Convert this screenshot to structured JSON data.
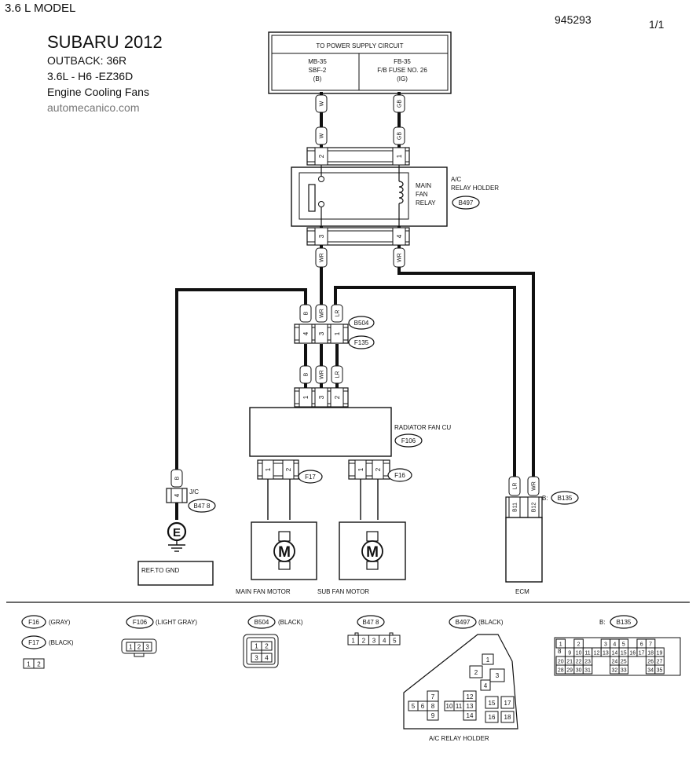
{
  "header": {
    "model_label": "3.6 L MODEL",
    "doc_number": "945293",
    "page": "1/1"
  },
  "title": {
    "make": "SUBARU 2012",
    "model": "OUTBACK: 36R",
    "engine": "3.6L - H6 -EZ36D",
    "system": "Engine Cooling Fans",
    "site": "automecanico.com"
  },
  "power_box": {
    "title": "TO POWER SUPPLY CIRCUIT",
    "left": [
      "MB-35",
      "SBF-2",
      "(B)"
    ],
    "right": [
      "FB-35",
      "F/B FUSE NO. 26",
      "(IG)"
    ]
  },
  "relay": {
    "holder_label": [
      "A/C",
      "RELAY HOLDER"
    ],
    "relay_label": [
      "MAIN",
      "FAN",
      "RELAY"
    ],
    "connector": "B497",
    "pins_top": [
      "2",
      "1"
    ],
    "pins_bottom": [
      "3",
      "4"
    ]
  },
  "wire_labels": {
    "w": "W",
    "gb": "GB",
    "wr": "WR",
    "b": "B",
    "lr": "LR"
  },
  "inline_connector": {
    "names": [
      "B504",
      "F135"
    ],
    "pins": [
      "4",
      "3",
      "1"
    ]
  },
  "fan_cu": {
    "label": "RADIATOR FAN CU",
    "connector": "F106",
    "pins": [
      "1",
      "3",
      "2"
    ]
  },
  "motors": {
    "main_label": "MAIN FAN MOTOR",
    "sub_label": "SUB FAN MOTOR",
    "main_connector": "F17",
    "sub_connector": "F16",
    "pins": [
      "1",
      "2"
    ],
    "symbol": "M"
  },
  "jc": {
    "label": "J/C",
    "connector": "B47 8",
    "pin": "4",
    "ground_symbol": "E",
    "ref_label": "REF.TO GND"
  },
  "ecm": {
    "label": "ECM",
    "prefix": "B:",
    "connector": "B135",
    "pins": [
      "B11",
      "B12"
    ]
  },
  "legend": {
    "f16": "F16",
    "f16_color": "(GRAY)",
    "f17": "F17",
    "f17_color": "(BLACK)",
    "f106": "F106",
    "f106_color": "(LIGHT GRAY)",
    "b504": "B504",
    "b504_color": "(BLACK)",
    "b478": "B47 8",
    "b497": "B497",
    "b497_color": "(BLACK)",
    "b135_prefix": "B:",
    "b135": "B135",
    "relay_holder_caption": "A/C RELAY HOLDER"
  }
}
